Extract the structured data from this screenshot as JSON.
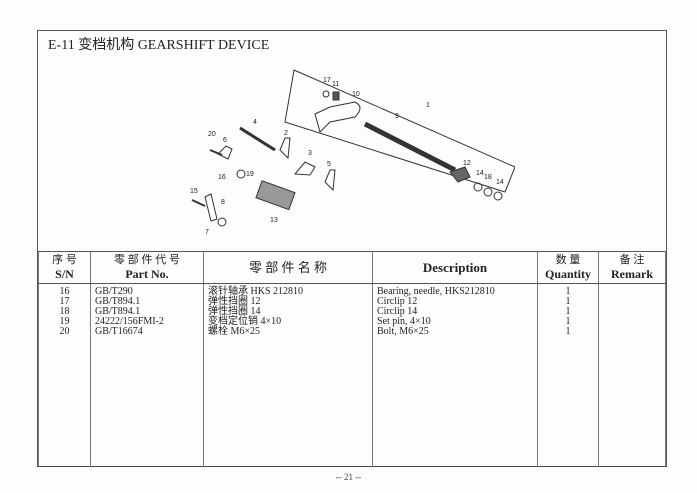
{
  "title": "E-11  变档机构  GEARSHIFT DEVICE",
  "diagram": {
    "callouts": [
      "1",
      "2",
      "3",
      "4",
      "5",
      "6",
      "7",
      "8",
      "9",
      "10",
      "11",
      "12",
      "13",
      "14",
      "14",
      "15",
      "16",
      "17",
      "18",
      "19",
      "20"
    ]
  },
  "table": {
    "headers": {
      "sn_zh": "序 号",
      "sn_en": "S/N",
      "part_zh": "零 部 件 代 号",
      "part_en": "Part No.",
      "name_zh": "零 部 件 名 称",
      "desc": "Description",
      "qty_zh": "数 量",
      "qty_en": "Quantity",
      "remark_zh": "备 注",
      "remark_en": "Remark"
    },
    "rows": [
      {
        "sn": "16",
        "part_no": "GB/T290",
        "name_zh": "滚针轴承 HKS 212810",
        "description": "Bearing, needle, HKS212810",
        "quantity": "1",
        "remark": ""
      },
      {
        "sn": "17",
        "part_no": "GB/T894.1",
        "name_zh": "弹性挡圈 12",
        "description": "Circlip 12",
        "quantity": "1",
        "remark": ""
      },
      {
        "sn": "18",
        "part_no": "GB/T894.1",
        "name_zh": "弹性挡圈 14",
        "description": "Circlip 14",
        "quantity": "1",
        "remark": ""
      },
      {
        "sn": "19",
        "part_no": "24222/156FMI-2",
        "name_zh": "变档定位销 4×10",
        "description": "Set pin, 4×10",
        "quantity": "1",
        "remark": ""
      },
      {
        "sn": "20",
        "part_no": "GB/T16674",
        "name_zh": "螺栓 M6×25",
        "description": "Bolt, M6×25",
        "quantity": "1",
        "remark": ""
      }
    ]
  },
  "page_number": "-- 21 --"
}
